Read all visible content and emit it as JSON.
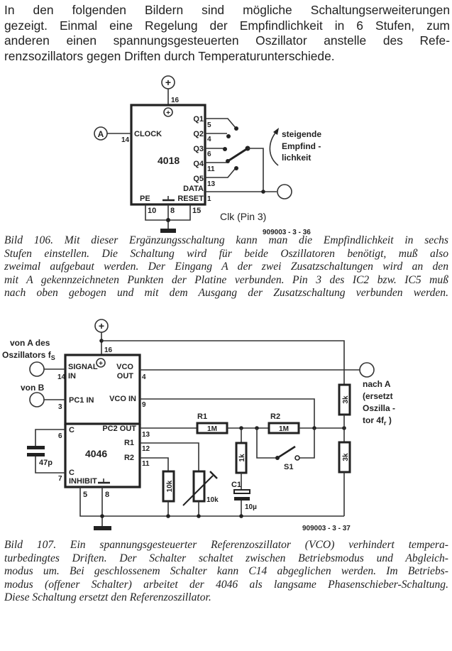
{
  "intro": {
    "lines": [
      "In den folgenden Bildern sind mögliche Schaltungserweiterungen",
      "gezeigt. Einmal eine Regelung der Empfindlichkeit in 6 Stufen, zum",
      "anderen einen spannungsgesteuerten Oszillator anstelle des Refe-",
      "renzsozillators gegen Driften durch Temperaturunterschiede."
    ]
  },
  "figure106": {
    "supply_symbol": "+",
    "chip": {
      "name": "4018",
      "pins": {
        "clock": {
          "label": "CLOCK",
          "num": "14"
        },
        "q1": {
          "label": "Q1",
          "num": "5"
        },
        "q2": {
          "label": "Q2",
          "num": "4"
        },
        "q3": {
          "label": "Q3",
          "num": "6"
        },
        "q4": {
          "label": "Q4",
          "num": "11"
        },
        "q5": {
          "label": "Q5",
          "num": "13"
        },
        "data": {
          "label": "DATA"
        },
        "reset": {
          "label": "RESET",
          "num": "1"
        },
        "pe": {
          "label": "PE",
          "num": "10"
        },
        "gnd": {
          "num": "8"
        },
        "pin15": {
          "num": "15"
        },
        "vdd": {
          "num": "16"
        }
      }
    },
    "input_label": "A",
    "annotation": [
      "steigende",
      "Empfind -",
      "lichkeit"
    ],
    "output_label": "Clk (Pin 3)",
    "figure_code": "909003 - 3 - 36"
  },
  "caption106": {
    "lines": [
      "Bild 106. Mit dieser Ergänzungsschaltung kann man die Empfindlichkeit in sechs",
      "Stufen einstellen. Die Schaltung wird für beide Oszillatoren benötigt, muß also",
      "zweimal aufgebaut werden. Der Eingang A  der zwei Zusatzschaltungen wird an den",
      "mit A gekennzeichneten Punkten der Platine verbunden. Pin 3 des IC2 bzw. IC5 muß",
      "nach oben gebogen und mit dem Ausgang der Zusatzschaltung verbunden werden."
    ]
  },
  "figure107": {
    "supply_symbol": "+",
    "chip": {
      "name": "4046",
      "pins": {
        "signal_in": {
          "label1": "SIGNAL",
          "label2": "IN",
          "num": "14"
        },
        "pc1_in": {
          "label": "PC1 IN",
          "num": "3"
        },
        "c6": {
          "label": "C",
          "num": "6"
        },
        "c7": {
          "label": "C",
          "num": "7"
        },
        "inhibit": {
          "label": "INHIBIT",
          "num": "5"
        },
        "gnd": {
          "num": "8"
        },
        "vco_out": {
          "label1": "VCO",
          "label2": "OUT",
          "num": "4"
        },
        "vco_in": {
          "label": "VCO IN",
          "num": "9"
        },
        "pc2_out": {
          "label": "PC2 OUT",
          "num": "13"
        },
        "r1": {
          "label": "R1",
          "num": "12"
        },
        "r2": {
          "label": "R2",
          "num": "11"
        },
        "vdd": {
          "num": "16"
        }
      }
    },
    "input_a_label": [
      "von A des",
      "Oszillators f"
    ],
    "input_a_sub": "S",
    "input_b_label": "von B",
    "output_label": [
      "nach A",
      "(ersetzt",
      "Oszilla -",
      "tor 4f"
    ],
    "output_sub": "r",
    "output_close": " )",
    "components": {
      "cap_c": "47p",
      "r1_label": "R1",
      "r1_value": "1M",
      "r2_label": "R2",
      "r2_value": "1M",
      "r_1k": "1k",
      "c1_label": "C1",
      "c1_value": "10µ",
      "r_10k_fixed": "10k",
      "r_10k_var": "10k",
      "r_3k_top": "3k",
      "r_3k_bottom": "3k",
      "switch_label": "S1"
    },
    "figure_code": "909003 - 3 - 37"
  },
  "caption107": {
    "lines": [
      "Bild 107. Ein spannungsgesteuerter Referenzoszillator (VCO) verhindert tempera-",
      "turbedingtes Driften. Der Schalter schaltet zwischen Betriebsmodus und Abgleich-",
      "modus um. Bei geschlossenem Schalter kann C14 abgeglichen werden. Im Betriebs-",
      "modus (offener Schalter) arbeitet der 4046 als langsame Phasenschieber-Schaltung.",
      "Diese Schaltung ersetzt den Referenzoszillator."
    ]
  }
}
